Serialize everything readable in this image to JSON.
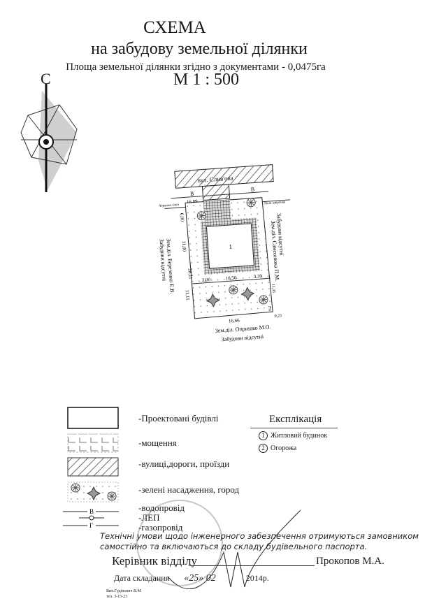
{
  "header": {
    "title": "СХЕМА",
    "subtitle": "на забудову земельної ділянки",
    "area": "Площа земельної ділянки згідно з документами - 0,0475га",
    "scale": "М 1 : 500"
  },
  "compass": {
    "north": "С"
  },
  "plan": {
    "street": "вул. Слив'ова",
    "water_top": "В",
    "water_top_dim": "16,89",
    "power_top": "В",
    "red_line": "Червона лінія",
    "build_line": "Лінія забудови",
    "building_no": "1",
    "fence_no": "2",
    "dims": {
      "left_top": "6,00",
      "left_mid": "11,00",
      "left_total": "28,11",
      "left_bottom": "11,11",
      "bottom_a": "3,00",
      "bottom_b": "10,50",
      "bottom_c": "3,39",
      "right": "11,35",
      "corner": "0,23",
      "bottom": "16,66"
    },
    "neighbor_left": [
      "Зем.діл. Березенко Е.В.",
      "Забудови відсутні"
    ],
    "neighbor_right": [
      "Зем.діл. Самсонюка П.М.",
      "Забудови відсутні"
    ],
    "neighbor_bottom": [
      "Зем.діл. Опришко М.О.",
      "Забудови відсутні"
    ]
  },
  "legend": [
    {
      "label": "-Проектовані будівлі"
    },
    {
      "label": "-мощення"
    },
    {
      "label": "-вулиці,дороги, проїзди"
    },
    {
      "label": "-зелені насадження, город"
    },
    {
      "label": "-водопровід",
      "symbol": "В"
    },
    {
      "label": "-ЛЕП"
    },
    {
      "label": "-газопровід",
      "symbol": "Г"
    }
  ],
  "explication": {
    "title": "Експлікація",
    "items": [
      {
        "no": "1",
        "label": "Житловий будинок"
      },
      {
        "no": "2",
        "label": "Огорожа"
      }
    ]
  },
  "notes": {
    "line1": "Технічні умови щодо інженерного забезпечення отримуються замовником",
    "line2": "самостійно та включаються до складу будівельного паспорта."
  },
  "signature": {
    "position": "Керівник відділу",
    "name": "Прокопов М.А.",
    "date_label": "Дата складання",
    "date_value": "«25» 02",
    "year": "2014р."
  },
  "footer": {
    "executor": "Вик.Гудінович В.М",
    "phone": "тел. 3-15-23"
  }
}
